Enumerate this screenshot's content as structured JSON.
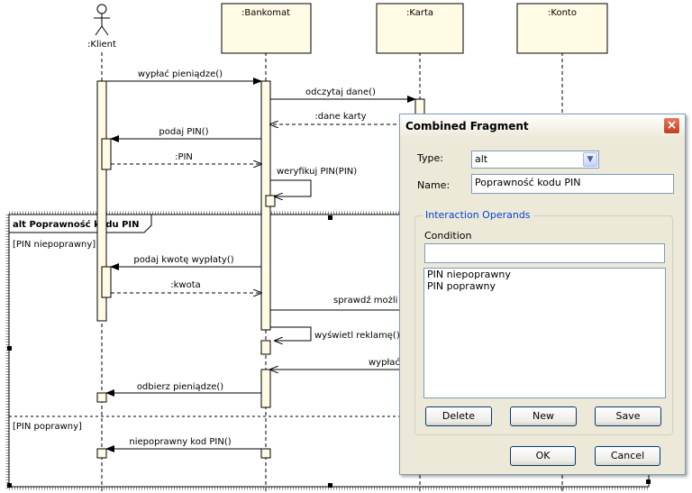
{
  "diagram": {
    "lifelines": [
      {
        "id": "klient",
        "label": ":Klient",
        "actor": true
      },
      {
        "id": "bankomat",
        "label": ":Bankomat"
      },
      {
        "id": "karta",
        "label": ":Karta"
      },
      {
        "id": "konto",
        "label": ":Konto"
      }
    ],
    "messages": [
      {
        "label": "wypłać pieniądze()"
      },
      {
        "label": "odczytaj dane()"
      },
      {
        "label": ":dane karty"
      },
      {
        "label": "podaj PIN()"
      },
      {
        "label": ":PIN"
      },
      {
        "label": "weryfikuj PIN(PIN)"
      },
      {
        "label": "podaj kwotę wypłaty()"
      },
      {
        "label": ":kwota"
      },
      {
        "label": "sprawdź możli"
      },
      {
        "label": "wyświetl reklamę()"
      },
      {
        "label": "wypłać"
      },
      {
        "label": "odbierz pieniądze()"
      },
      {
        "label": "niepoprawny kod PIN()"
      }
    ],
    "fragment": {
      "label": "alt Poprawność kodu PIN",
      "guards": [
        "[PIN niepoprawny]",
        "[PIN poprawny]"
      ]
    }
  },
  "dialog": {
    "title": "Combined Fragment",
    "close_glyph": "×",
    "type_label": "Type:",
    "type_value": "alt",
    "name_label": "Name:",
    "name_value": "Poprawność kodu PIN",
    "group_title": "Interaction Operands",
    "condition_label": "Condition",
    "condition_value": "",
    "operands": [
      "PIN niepoprawny",
      "PIN poprawny"
    ],
    "buttons": {
      "delete": "Delete",
      "new": "New",
      "save": "Save",
      "ok": "OK",
      "cancel": "Cancel"
    }
  },
  "colors": {
    "lifeline_box": "#fffbe5",
    "activation": "#fffbe5"
  },
  "icons": {
    "combo": "chevron-down-icon",
    "close": "close-icon",
    "actor": "stick-figure-icon"
  }
}
